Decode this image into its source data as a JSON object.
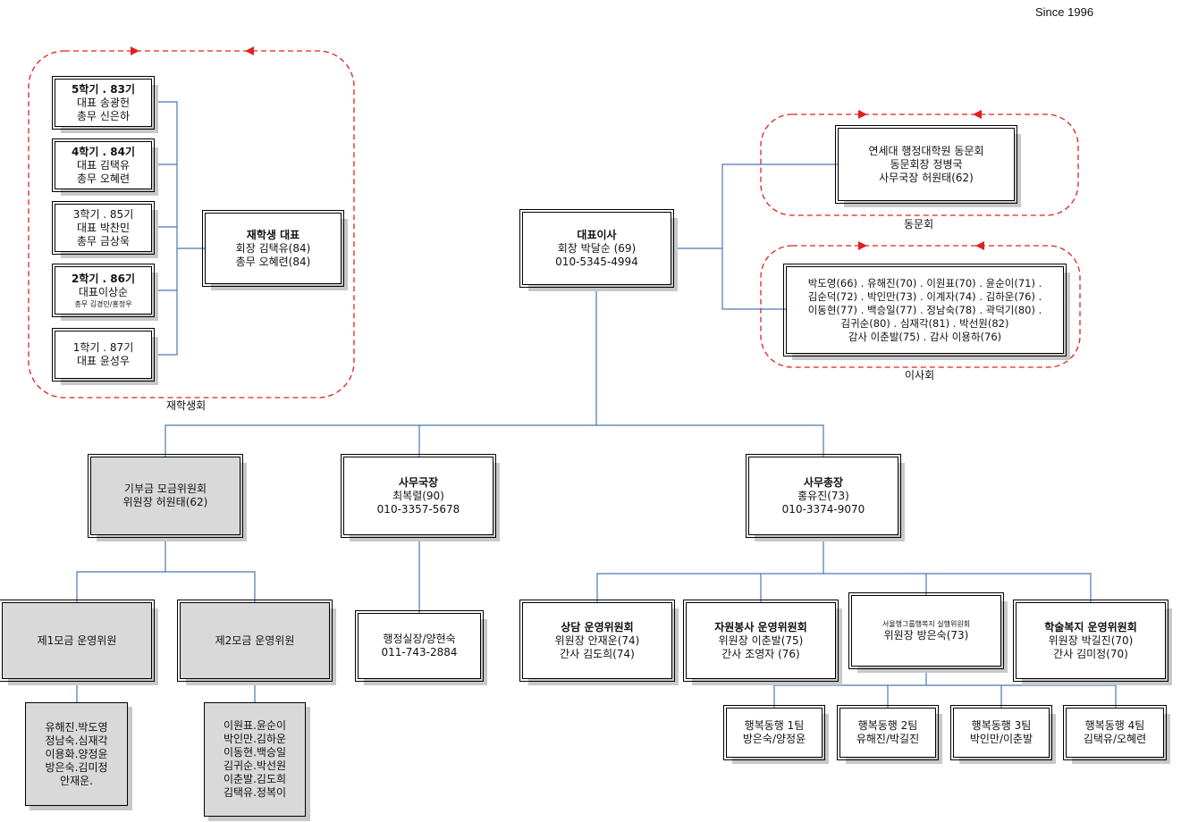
{
  "since": "Since 1996",
  "groups": {
    "students": "재학생회",
    "alumni": "동문회",
    "board": "이사회"
  },
  "students": [
    {
      "title": "5학기 . 83기",
      "l1": "대표 송광헌",
      "l2": "총무 신은하"
    },
    {
      "title": "4학기 . 84기",
      "l1": "대표 김택유",
      "l2": "총무 오혜련"
    },
    {
      "title": "3학기 . 85기",
      "l1": "대표 박찬민",
      "l2": "총무 금상욱"
    },
    {
      "title": "2학기 . 86기",
      "l1": "대표이상순",
      "l2": "총무 김경민/홍정우"
    },
    {
      "title": "1학기 . 87기",
      "l1": "대표 윤성우",
      "l2": ""
    }
  ],
  "student_rep": {
    "title": "재학생 대표",
    "l1": "회장 김택유(84)",
    "l2": "총무 오혜련(84)"
  },
  "ceo": {
    "title": "대표이사",
    "l1": "회장 박달순 (69)",
    "l2": "010-5345-4994"
  },
  "alumni_box": {
    "l1": "연세대 행정대학원 동문회",
    "l2": "동문회장 정병국",
    "l3": "사무국장 허원태(62)"
  },
  "directors": [
    "박도영(66) . 유해진(70) . 이원표(70) . 윤순이(71) .",
    "김순덕(72) . 박인만(73) . 이계자(74) . 김하운(76) .",
    "이동현(77) . 백승일(77) . 정남숙(78) . 곽덕기(80) .",
    "김귀순(80) . 심재각(81) . 박선원(82)",
    "감사 이춘발(75) . 감사 이용하(76)"
  ],
  "donation": {
    "l1": "기부금 모금위원회",
    "l2": "위원장 허원태(62)"
  },
  "secretary": {
    "title": "사무국장",
    "l1": "최복렬(90)",
    "l2": "010-3357-5678"
  },
  "secgeneral": {
    "title": "사무총장",
    "l1": "홍유진(73)",
    "l2": "010-3374-9070"
  },
  "fund1": {
    "label": "제1모금 운영위원"
  },
  "fund2": {
    "label": "제2모금 운영위원"
  },
  "fund1_members": [
    "유해진.박도영",
    "정남숙.심재각",
    "이용화.양정윤",
    "방은숙.김미정",
    "안재운."
  ],
  "fund2_members": [
    "이원표.윤순이",
    "박인만.김하운",
    "이동현.백승일",
    "김귀순.박선원",
    "이춘발.김도희",
    "김택유.정복이"
  ],
  "admin_office": {
    "l1": "행정실장/양현숙",
    "l2": "011-743-2884"
  },
  "committees": [
    {
      "title": "상담 운영위원회",
      "l1": "위원장 안재운(74)",
      "l2": "간사 김도희(74)"
    },
    {
      "title": "자원봉사 운영위원회",
      "l1": "위원장 이춘발(75)",
      "l2": "간사 조영자 (76)"
    },
    {
      "title": "서울행그룹행복지 실행위원회",
      "l1": "위원장 방은숙(73)",
      "l2": ""
    },
    {
      "title": "학술복지 운영위원회",
      "l1": "위원장 박길진(70)",
      "l2": "간사 김미정(70)"
    }
  ],
  "teams": [
    {
      "l1": "행복동행 1팀",
      "l2": "방은숙/양정윤"
    },
    {
      "l1": "행복동행 2팀",
      "l2": "유해진/박길진"
    },
    {
      "l1": "행복동행 3팀",
      "l2": "박인만/이춘발"
    },
    {
      "l1": "행복동행 4팀",
      "l2": "김택유/오혜련"
    }
  ],
  "colors": {
    "connector": "#4a78b5",
    "dashed": "#e02020",
    "gray_fill": "#d9d9d9",
    "shadow": "#c8c8c8"
  }
}
